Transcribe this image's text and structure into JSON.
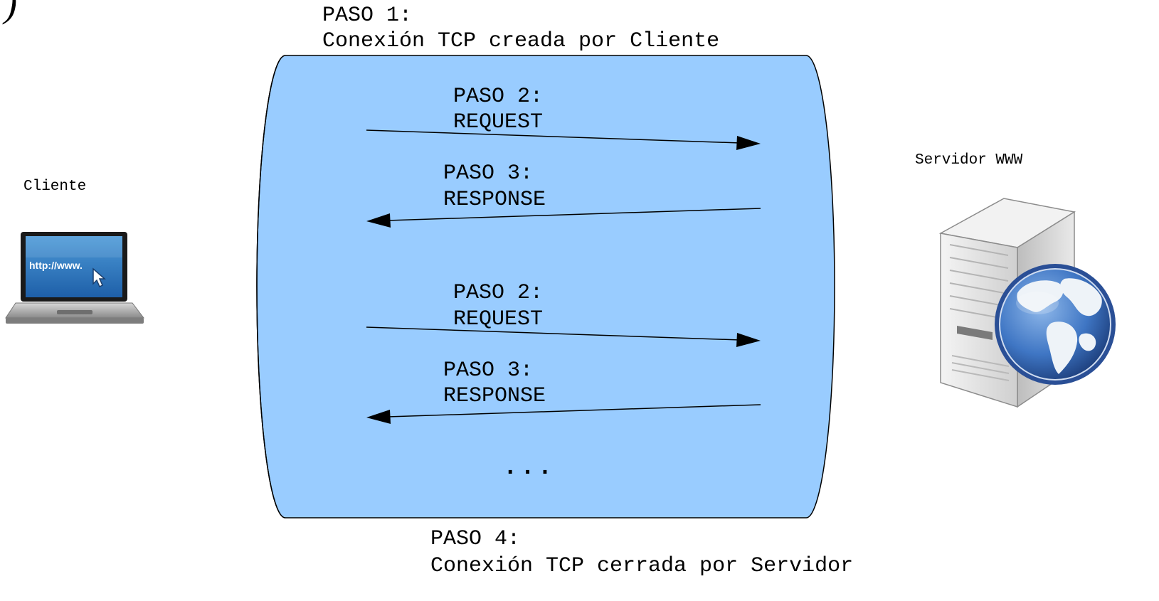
{
  "corner_glyph": ")",
  "step1": {
    "title": "PASO 1:",
    "desc": "Conexión TCP creada por Cliente"
  },
  "exchanges": [
    {
      "request_title": "PASO 2:",
      "request_label": "REQUEST",
      "response_title": "PASO 3:",
      "response_label": "RESPONSE"
    },
    {
      "request_title": "PASO 2:",
      "request_label": "REQUEST",
      "response_title": "PASO 3:",
      "response_label": "RESPONSE"
    }
  ],
  "ellipsis": "...",
  "step4": {
    "title": "PASO 4:",
    "desc": "Conexión TCP cerrada por Servidor"
  },
  "client": {
    "label": "Cliente",
    "screen_text": "http://www.",
    "icon": "laptop-icon"
  },
  "server": {
    "label": "Servidor WWW",
    "icon": "server-globe-icon"
  },
  "colors": {
    "pipe_fill": "#99ccff",
    "line": "#000000",
    "laptop_screen": "#2f7fc7",
    "globe": "#3f76c4",
    "land": "#eef3f8"
  }
}
